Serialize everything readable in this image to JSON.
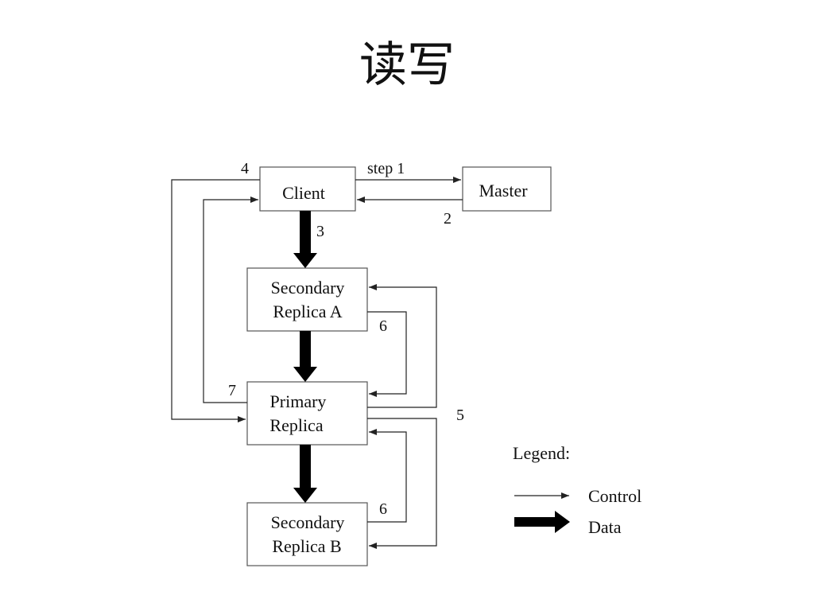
{
  "title": "读写",
  "nodes": {
    "client": "Client",
    "master": "Master",
    "secondary_a": [
      "Secondary",
      "Replica A"
    ],
    "primary": [
      "Primary",
      "Replica"
    ],
    "secondary_b": [
      "Secondary",
      "Replica B"
    ]
  },
  "steps": {
    "step1": "step 1",
    "step2": "2",
    "step3": "3",
    "step4": "4",
    "step5": "5",
    "step6_a": "6",
    "step6_b": "6",
    "step7": "7"
  },
  "legend": {
    "title": "Legend:",
    "control": "Control",
    "data": "Data"
  }
}
